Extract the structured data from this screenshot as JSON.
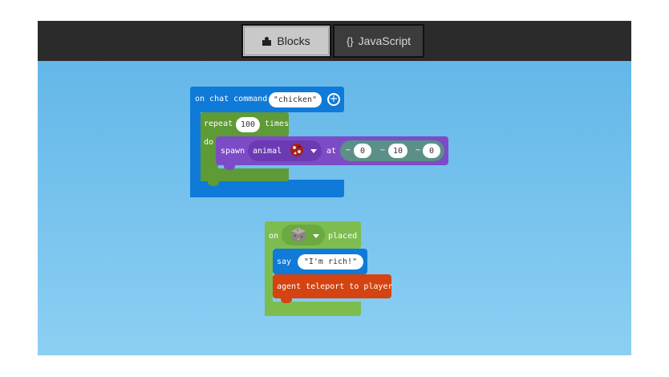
{
  "tabs": {
    "blocks_label": "Blocks",
    "javascript_label": "JavaScript",
    "javascript_glyph": "{}"
  },
  "chat_block": {
    "header_label": "on chat command",
    "command_value": "\"chicken\"",
    "repeat_label": "repeat",
    "repeat_count": "100",
    "times_label": "times",
    "do_label": "do",
    "spawn_label": "spawn",
    "animal_label": "animal",
    "at_label": "at",
    "x_value": "0",
    "y_value": "10",
    "z_value": "0",
    "tilde": "~"
  },
  "placed_block": {
    "on_label": "on",
    "placed_label": "placed",
    "say_label": "say",
    "say_value": "\"I'm rich!\"",
    "agent_label": "agent teleport to player"
  },
  "colors": {
    "topbar": "#2b2b2b",
    "workspace": "#63b7e8",
    "event_blue": "#0f7ad8",
    "loop_green": "#5e9a36",
    "mobs_purple": "#7c4cc7",
    "blocks_green": "#7dbd4f",
    "agent_orange": "#d44310"
  },
  "icons": {
    "blocks_tab": "puzzle-icon",
    "add": "plus-circle-icon",
    "animal": "chicken-egg-icon",
    "block": "gravel-block-icon",
    "dropdown": "chevron-down-icon"
  }
}
